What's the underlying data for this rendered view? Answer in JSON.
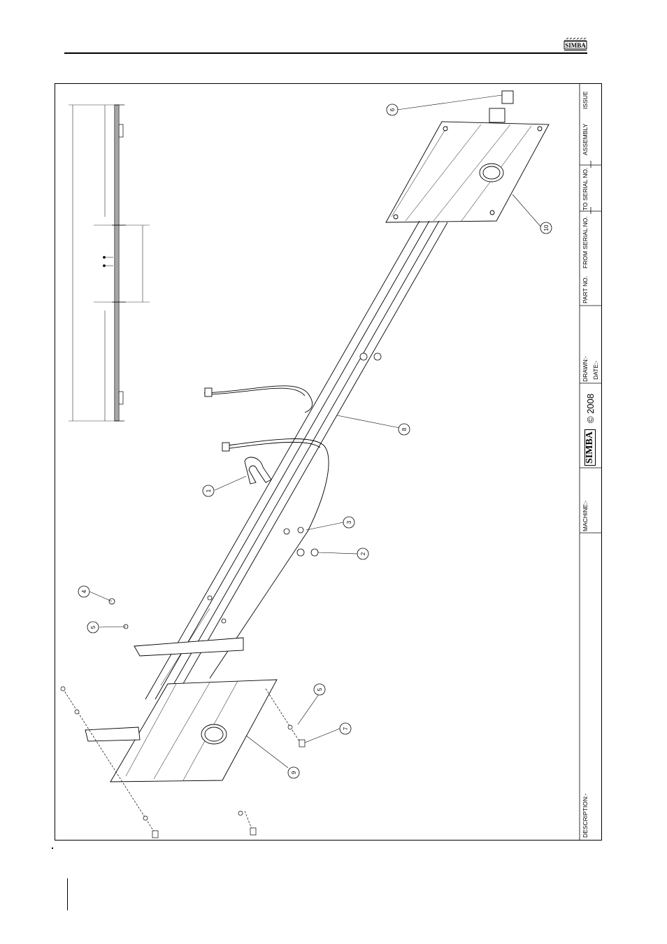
{
  "header": {
    "logo_text": "SIMBA"
  },
  "title_block": {
    "issue_label": "ISSUE",
    "assembly_label": "ASSEMBLY",
    "to_serial_label": "TO SERIAL NO.",
    "from_serial_label": "FROM SERIAL NO.",
    "part_no_label": "PART NO.",
    "drawn_label": "DRAWN:-",
    "date_label": "DATE:-",
    "copyright": "© 2008",
    "brand": "SIMBA",
    "machine_label": "MACHINE:-",
    "description_label": "DESCRIPTION:-"
  },
  "callouts": [
    "1",
    "2",
    "3",
    "4",
    "5",
    "5",
    "6",
    "7",
    "8",
    "9",
    "10"
  ]
}
